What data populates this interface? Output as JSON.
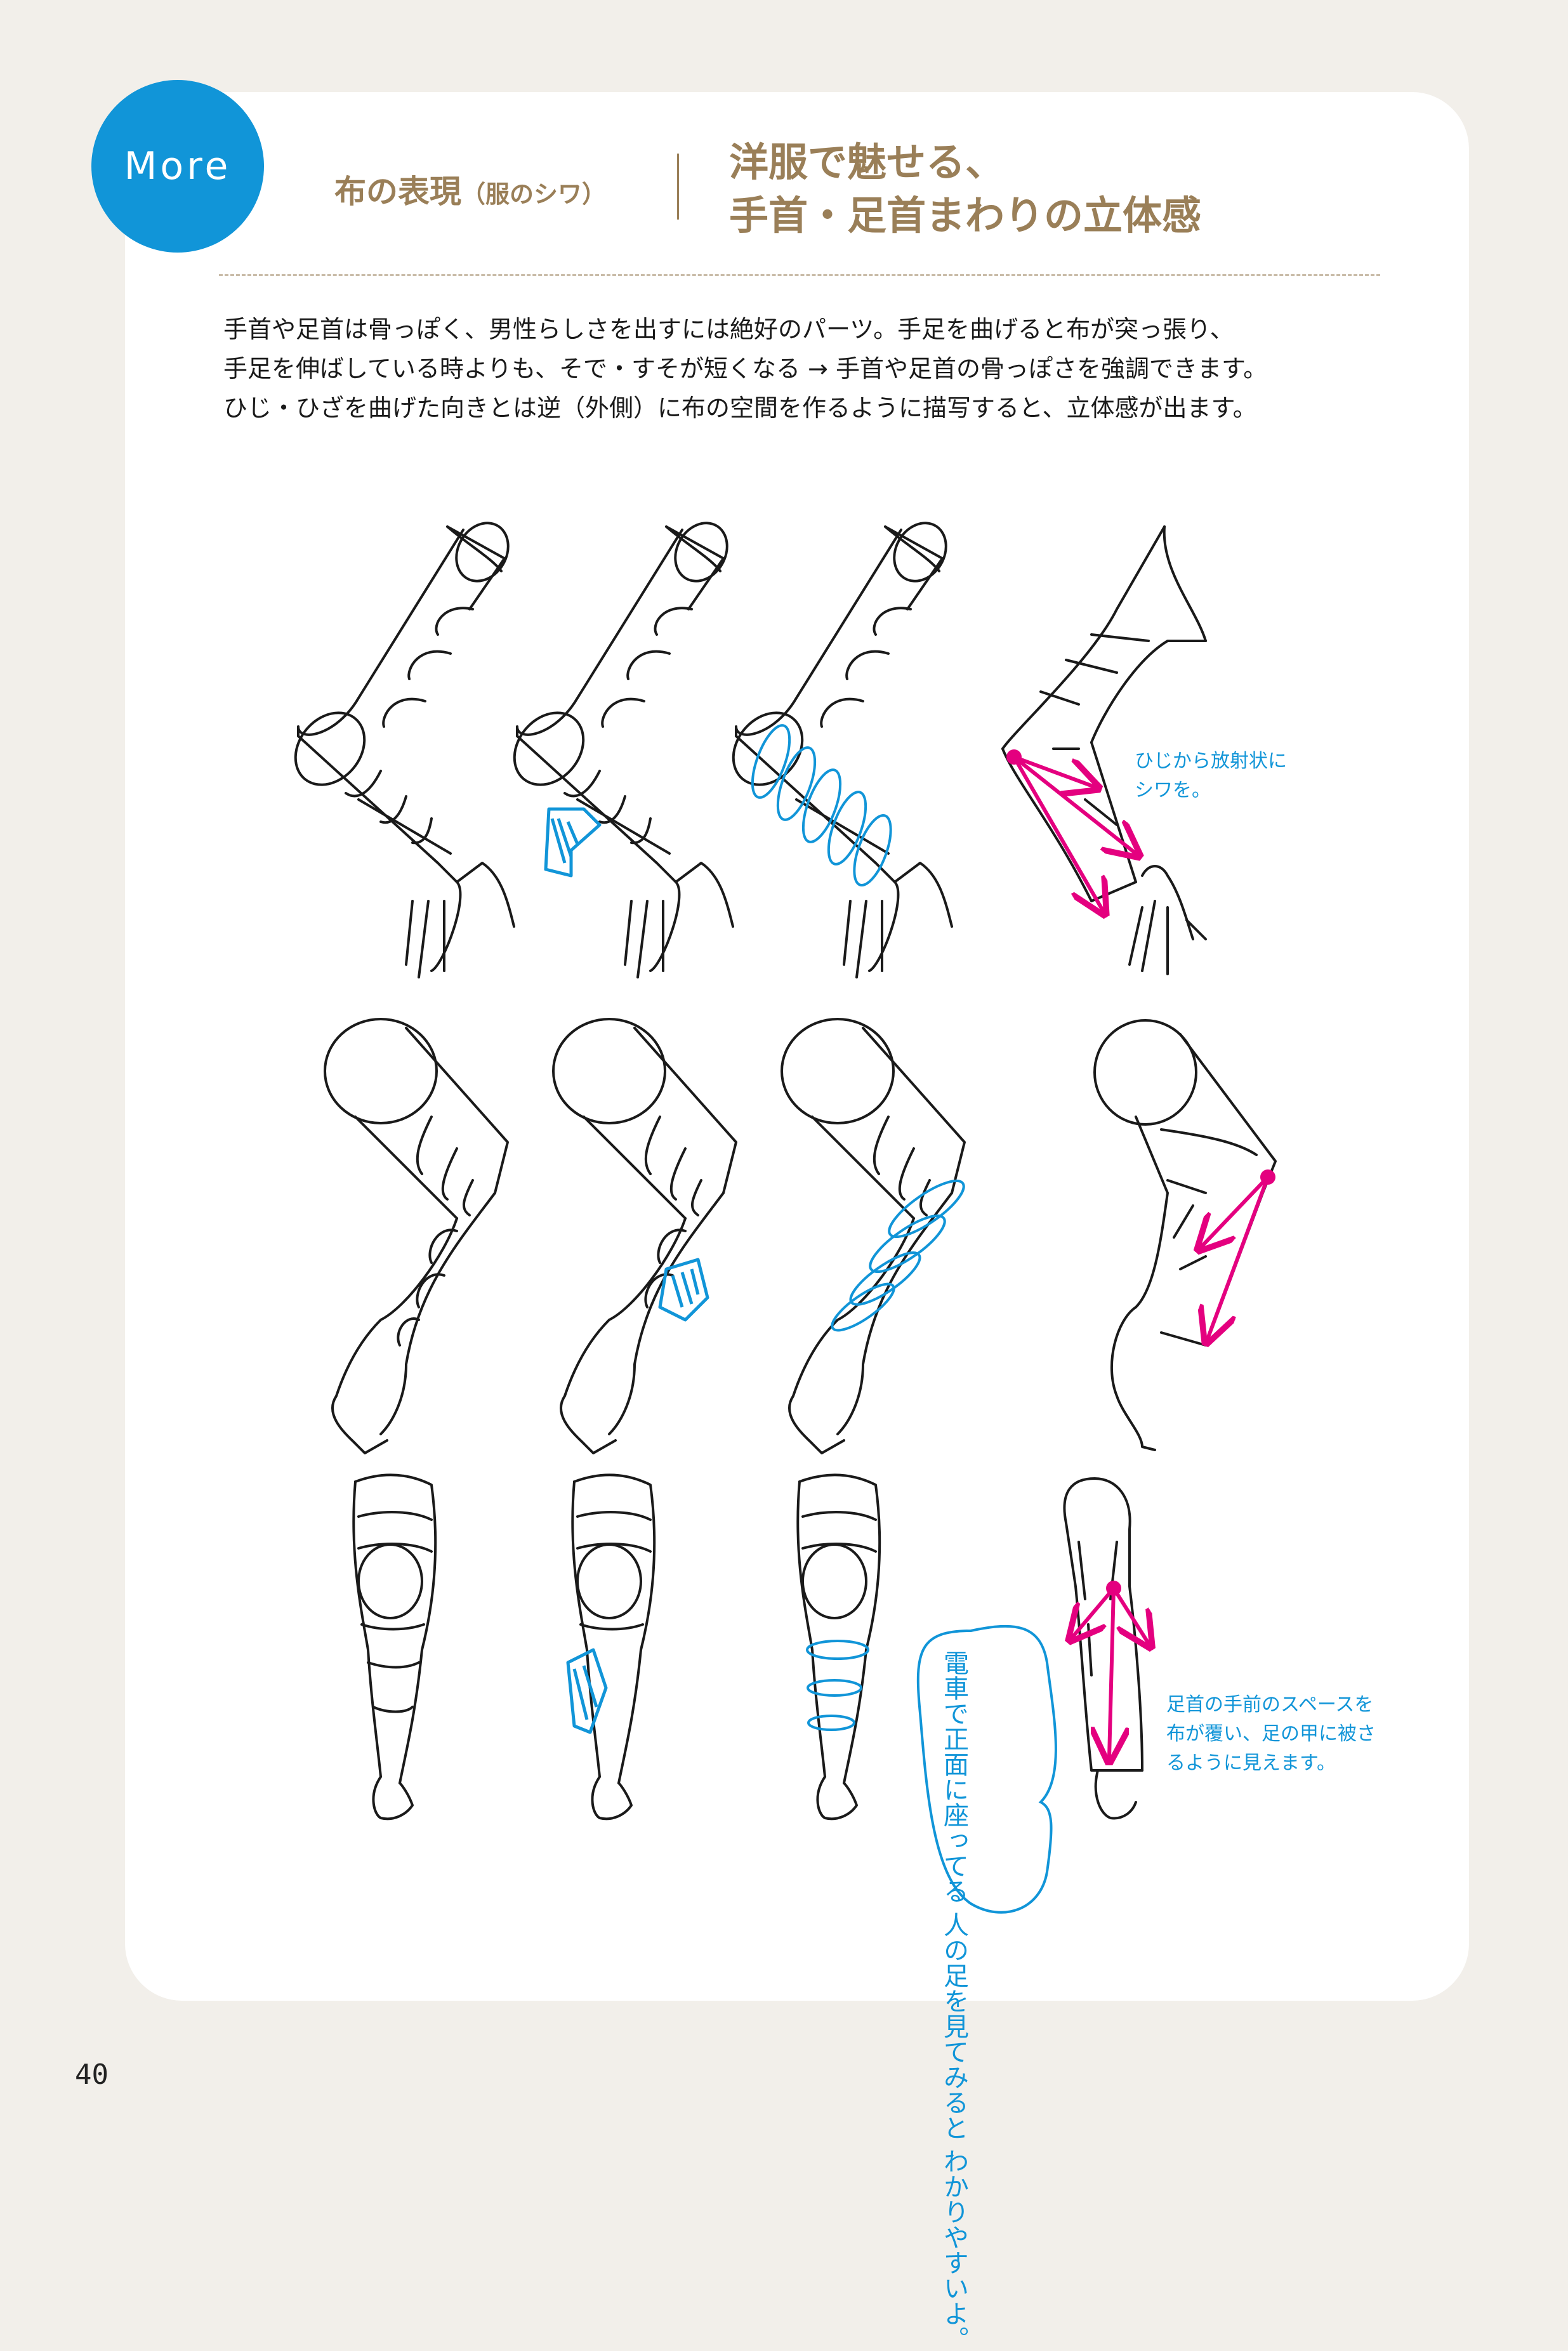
{
  "header": {
    "badge": "More",
    "section_label": "布の表現",
    "section_sub": "（服のシワ）",
    "title_line1": "洋服で魅せる、",
    "title_line2": "手首・足首まわりの立体感"
  },
  "body": {
    "lines": [
      "手首や足首は骨っぽく、男性らしさを出すには絶好のパーツ。手足を曲げると布が突っ張り、",
      "手足を伸ばしている時よりも、そで・すそが短くなる → 手首や足首の骨っぽさを強調できます。",
      "ひじ・ひざを曲げた向きとは逆（外側）に布の空間を作るように描写すると、立体感が出ます。"
    ]
  },
  "annotations": {
    "elbow_note": [
      "ひじから放射状に",
      "シワを。"
    ],
    "ankle_note": [
      "足首の手前のスペースを",
      "布が覆い、足の甲に被さ",
      "るように見えます。"
    ],
    "handwritten_note": [
      "電車で正面に座ってる",
      "人の足を見てみると",
      "わかりやすいよ。"
    ]
  },
  "colors": {
    "accent_blue": "#1195d8",
    "accent_magenta": "#e4007f",
    "heading_brown": "#9a7f58",
    "page_bg": "#f2efea"
  },
  "page_number": "40"
}
